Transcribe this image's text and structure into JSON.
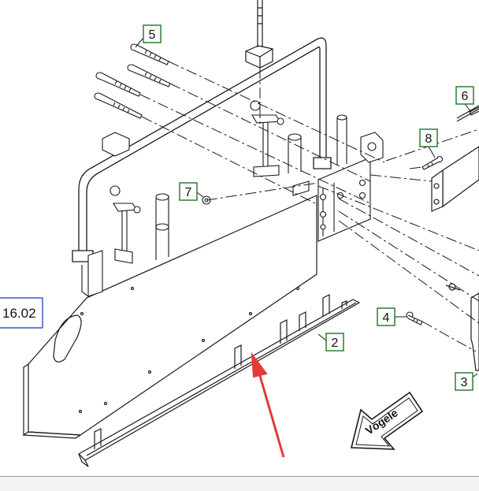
{
  "diagram": {
    "callouts": [
      {
        "label": "5"
      },
      {
        "label": "6"
      },
      {
        "label": "8"
      },
      {
        "label": "7"
      },
      {
        "label": "4"
      },
      {
        "label": "2"
      },
      {
        "label": "3"
      }
    ],
    "page_ref": "16.02",
    "brand": "Vögele",
    "colors": {
      "line": "#1a1a1a",
      "callout_border": "#2e7d32",
      "page_ref_border": "#1f3fbf",
      "arrow": "#e53935"
    }
  }
}
